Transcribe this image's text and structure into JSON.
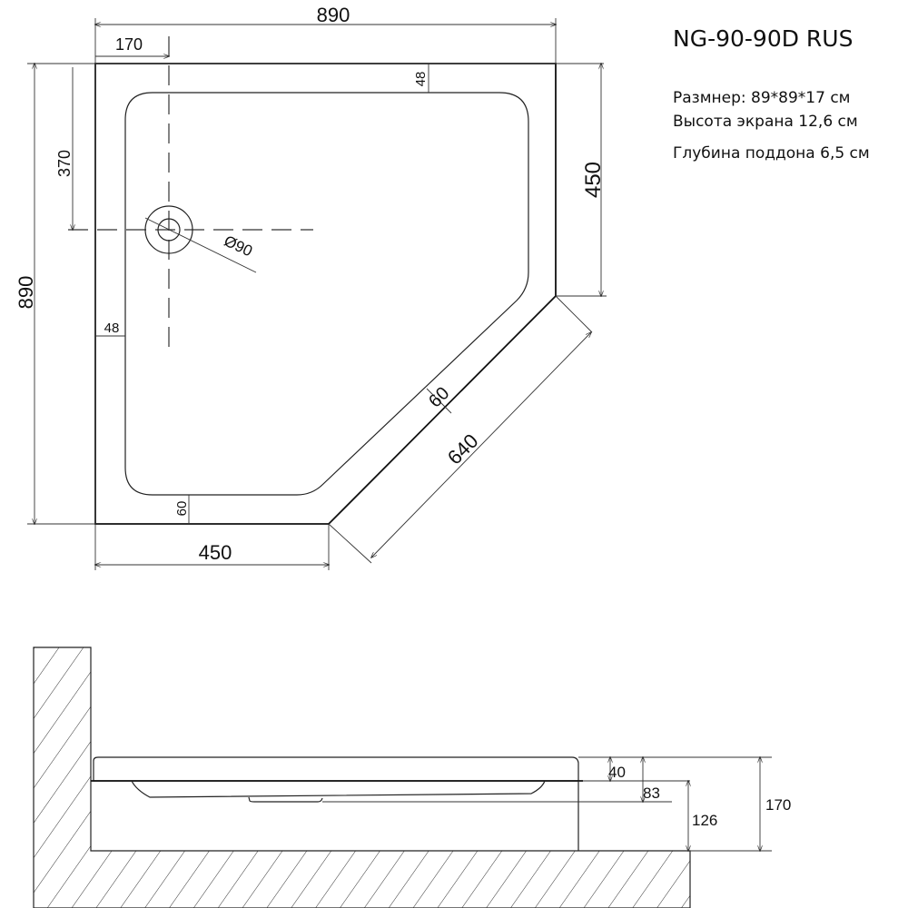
{
  "info": {
    "model": "NG-90-90D RUS",
    "size": "Размнер: 89*89*17 см",
    "screen_height": "Высота экрана 12,6 см",
    "tray_depth": "Глубина поддона 6,5 см"
  },
  "plan_view": {
    "width_total": "890",
    "height_total": "890",
    "drain_offset_x": "170",
    "drain_offset_y": "370",
    "side_right": "450",
    "side_bottom": "450",
    "diagonal": "640",
    "rim_top": "48",
    "rim_left": "48",
    "rim_bottom": "60",
    "rim_diagonal": "60",
    "drain_diameter": "Ø90"
  },
  "side_view": {
    "rim_height": "40",
    "bowl_depth": "83",
    "screen_height": "126",
    "total_height": "170"
  }
}
